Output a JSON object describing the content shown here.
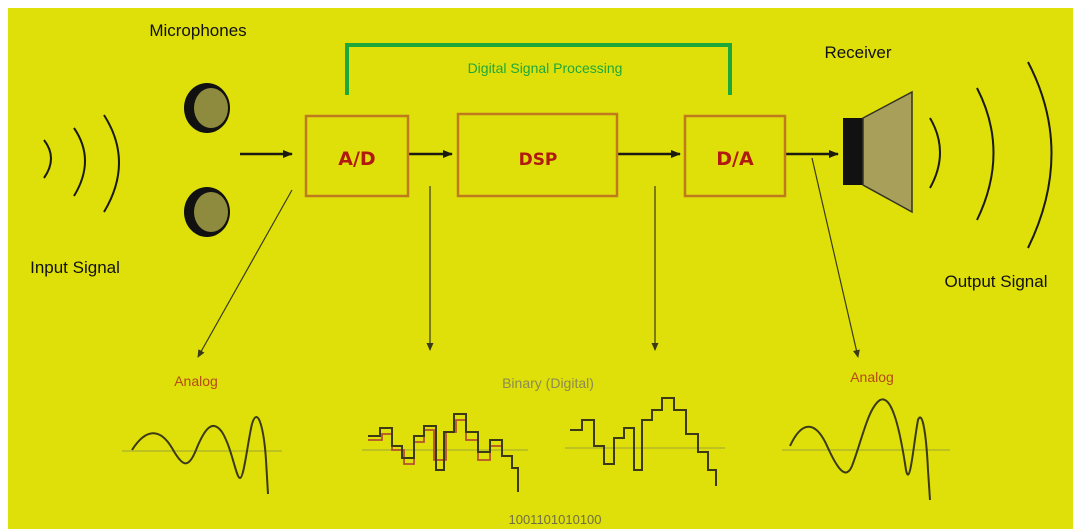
{
  "labels": {
    "microphones": "Microphones",
    "receiver": "Receiver",
    "input_signal": "Input Signal",
    "output_signal": "Output Signal",
    "dsp_group": "Digital Signal Processing",
    "analog_left": "Analog",
    "binary": "Binary (Digital)",
    "analog_right": "Analog",
    "bitstream": "1001101010100"
  },
  "blocks": {
    "ad": "A/D",
    "dsp": "DSP",
    "da": "D/A"
  },
  "colors": {
    "background": "#dfe00a",
    "bracket": "#1fa83a",
    "block_border": "#c07a1e",
    "block_text": "#b01a10",
    "analog_text": "#b34a17",
    "binary_text": "#8a8a52",
    "waveform": "#3c3a16",
    "digital_wave_secondary": "#b5512c",
    "axis": "#a9b02f",
    "speaker_body": "#a8a05a",
    "mic_fill": "#8f8b3e"
  },
  "icons": [
    "microphone-icon",
    "speaker-icon",
    "sound-wave-icon"
  ]
}
